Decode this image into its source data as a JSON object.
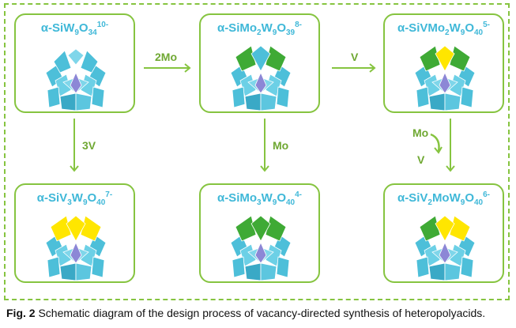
{
  "boxes": [
    {
      "id": "b1",
      "formula": [
        [
          "t",
          "α-SiW"
        ],
        [
          "sub",
          "9"
        ],
        [
          "t",
          "O"
        ],
        [
          "sub",
          "34"
        ],
        [
          "sup",
          "10-"
        ]
      ],
      "top": "blue"
    },
    {
      "id": "b2",
      "formula": [
        [
          "t",
          "α-SiMo"
        ],
        [
          "sub",
          "2"
        ],
        [
          "t",
          "W"
        ],
        [
          "sub",
          "9"
        ],
        [
          "t",
          "O"
        ],
        [
          "sub",
          "39"
        ],
        [
          "sup",
          "8-"
        ]
      ],
      "top": "green"
    },
    {
      "id": "b3",
      "formula": [
        [
          "t",
          "α-SiVMo"
        ],
        [
          "sub",
          "2"
        ],
        [
          "t",
          "W"
        ],
        [
          "sub",
          "9"
        ],
        [
          "t",
          "O"
        ],
        [
          "sub",
          "40"
        ],
        [
          "sup",
          "5-"
        ]
      ],
      "top": "green-yellow"
    },
    {
      "id": "b4",
      "formula": [
        [
          "t",
          "α-SiV"
        ],
        [
          "sub",
          "3"
        ],
        [
          "t",
          "W"
        ],
        [
          "sub",
          "9"
        ],
        [
          "t",
          "O"
        ],
        [
          "sub",
          "40"
        ],
        [
          "sup",
          "7-"
        ]
      ],
      "top": "yellow"
    },
    {
      "id": "b5",
      "formula": [
        [
          "t",
          "α-SiMo"
        ],
        [
          "sub",
          "3"
        ],
        [
          "t",
          "W"
        ],
        [
          "sub",
          "9"
        ],
        [
          "t",
          "O"
        ],
        [
          "sub",
          "40"
        ],
        [
          "sup",
          "4-"
        ]
      ],
      "top": "green3"
    },
    {
      "id": "b6",
      "formula": [
        [
          "t",
          "α-SiV"
        ],
        [
          "sub",
          "2"
        ],
        [
          "t",
          "MoW"
        ],
        [
          "sub",
          "9"
        ],
        [
          "t",
          "O"
        ],
        [
          "sub",
          "40"
        ],
        [
          "sup",
          "6-"
        ]
      ],
      "top": "mixed"
    }
  ],
  "arrows": {
    "a12": "2Mo",
    "a23": "V",
    "a14": "3V",
    "a25": "Mo",
    "a36_top": "Mo",
    "a36_bottom": "V"
  },
  "caption": {
    "label": "Fig. 2",
    "text": " Schematic diagram of the design process of vacancy-directed synthesis of heteropolyacids."
  },
  "colors": {
    "frame": "#86c440",
    "formula": "#3fb8d8",
    "label": "#6fa832",
    "octa_blue": "#4dbfd9",
    "octa_green": "#3faa35",
    "octa_yellow": "#ffe600",
    "core_purple": "#8c87d6"
  }
}
